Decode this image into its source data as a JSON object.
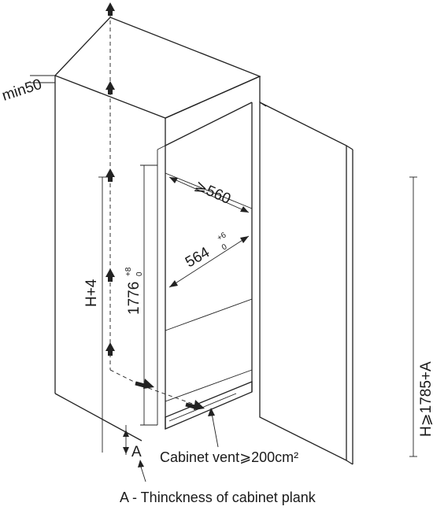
{
  "labels": {
    "min_gap": "min50",
    "cabinet_height": "H+4",
    "niche_height": "1776",
    "niche_height_tol_upper": "+8",
    "niche_height_tol_lower": "0",
    "depth_min": "⩾560",
    "width": "564",
    "width_tol_upper": "+6",
    "width_tol_lower": "0",
    "total_height": "H⩾1785+A",
    "plank_symbol": "A",
    "vent": "Cabinet vent⩾200cm²",
    "legend": "A - Thinckness of cabinet plank"
  }
}
